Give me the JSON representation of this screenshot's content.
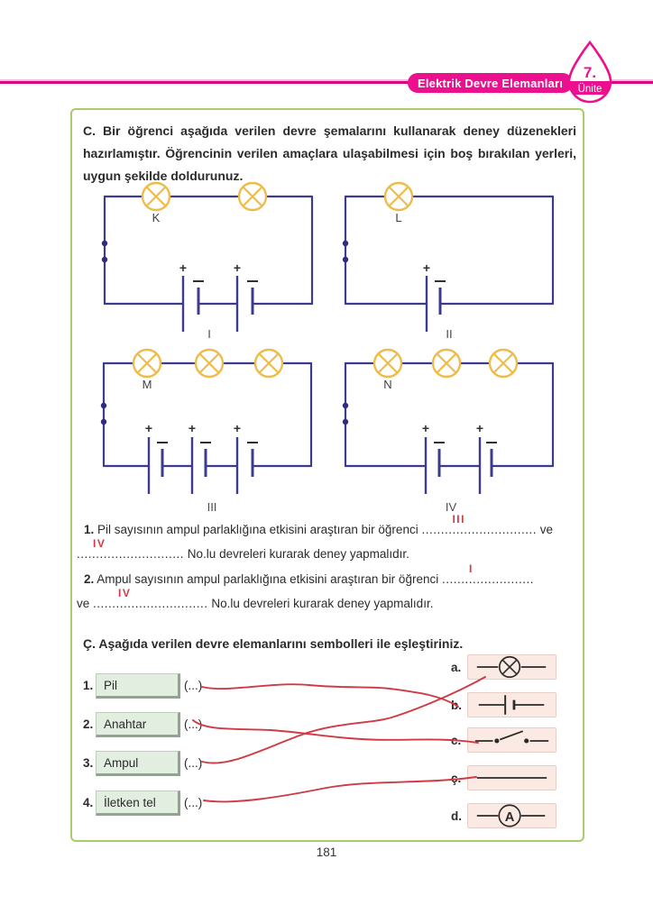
{
  "header": {
    "badge_label": "Elektrik Devre Elemanları",
    "unit_number": "7.",
    "unit_word": "Ünite"
  },
  "section_c": {
    "heading": "C. Bir öğrenci aşağıda verilen devre şemalarını kullanarak deney düzenekleri hazırlamıştır. Öğrencinin verilen amaçlara ulaşabilmesi için boş bırakılan yerleri, uygun şekilde doldurunuz."
  },
  "signs": {
    "plus": "+"
  },
  "circuits": [
    {
      "label": "K",
      "numeral": "I",
      "lamps": 2,
      "batteries": 2,
      "switch": "closed"
    },
    {
      "label": "L",
      "numeral": "II",
      "lamps": 1,
      "batteries": 1,
      "switch": "closed"
    },
    {
      "label": "M",
      "numeral": "III",
      "lamps": 3,
      "batteries": 3,
      "switch": "closed"
    },
    {
      "label": "N",
      "numeral": "IV",
      "lamps": 3,
      "batteries": 2,
      "switch": "closed"
    }
  ],
  "questions": {
    "q1": {
      "num": "1.",
      "lead": "Pil sayısının ampul parlaklığına etkisini araştıran bir öğrenci",
      "blank1_dots": "..............................",
      "answer1": "III",
      "after_blank": "ve",
      "blank2_dots": "............................",
      "answer2": "IV",
      "tail": "No.lu devreleri kurarak deney yapmalıdır."
    },
    "q2": {
      "num": "2.",
      "lead": "Ampul sayısının ampul parlaklığına etkisini araştıran bir öğrenci",
      "blank1_dots": "........................",
      "answer1": "I",
      "line2_lead": "ve",
      "blank2_dots": "..............................",
      "answer2": "IV",
      "tail": "No.lu devreleri kurarak deney yapmalıdır."
    }
  },
  "section_cc": {
    "heading": "Ç. Aşağıda verilen devre elemanlarını sembolleri ile eşleştiriniz."
  },
  "matching": {
    "items": [
      {
        "num": "1.",
        "label": "Pil",
        "paren": "(...)"
      },
      {
        "num": "2.",
        "label": "Anahtar",
        "paren": "(...)"
      },
      {
        "num": "3.",
        "label": "Ampul",
        "paren": "(...)"
      },
      {
        "num": "4.",
        "label": "İletken tel",
        "paren": "(...)"
      }
    ],
    "symbols": [
      {
        "letter": "a.",
        "meaning": "ampul (lamba) sembolü"
      },
      {
        "letter": "b.",
        "meaning": "pil sembolü"
      },
      {
        "letter": "c.",
        "meaning": "anahtar sembolü"
      },
      {
        "letter": "ç.",
        "meaning": "iletken tel sembolü"
      },
      {
        "letter": "d.",
        "meaning": "ampermetre sembolü"
      }
    ],
    "ammeter_letter": "A",
    "connections": [
      {
        "from": "1. Pil",
        "to": "b"
      },
      {
        "from": "2. Anahtar",
        "to": "c"
      },
      {
        "from": "3. Ampul",
        "to": "a"
      },
      {
        "from": "4. İletken tel",
        "to": "ç"
      }
    ]
  },
  "page": {
    "number": "181"
  },
  "colors": {
    "accent_pink": "#ec0f8e",
    "rule_pink": "#d4057c",
    "frame_green": "#a7cc6a",
    "wire_navy": "#3c3c8e",
    "lamp_yellow": "#eebc4a",
    "handwriting_red": "#cf3a45",
    "item_box_green": "#e2efe0",
    "symbol_box_pink": "#fbe9e4"
  }
}
